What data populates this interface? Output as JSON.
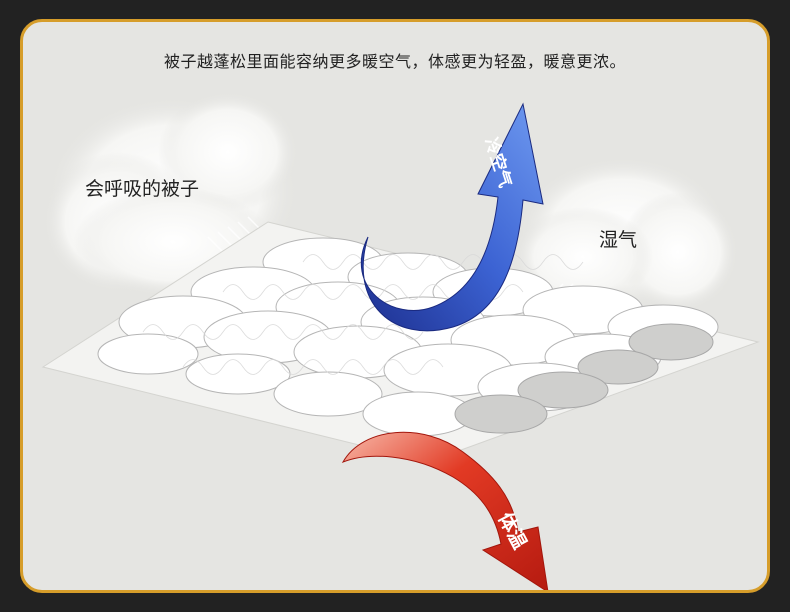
{
  "headline": "被子越蓬松里面能容纳更多暖空气，体感更为轻盈，暖意更浓。",
  "labels": {
    "breathing_quilt": "会呼吸的被子",
    "moisture": "湿气",
    "cold_air": "冷空气",
    "body_temp": "体温"
  },
  "colors": {
    "frame_border": "#d69d2a",
    "background": "#e5e5e2",
    "outer": "#222222",
    "cold_arrow": "#3a5fd0",
    "warm_arrow": "#d8231a"
  },
  "icons": [
    "cloud-icon",
    "up-arrow-icon",
    "down-arrow-icon"
  ]
}
